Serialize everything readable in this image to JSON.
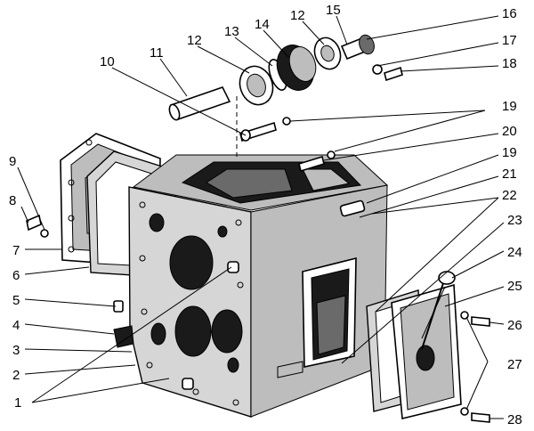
{
  "diagram": {
    "callouts": [
      {
        "id": "1",
        "text": "1"
      },
      {
        "id": "2",
        "text": "2"
      },
      {
        "id": "3",
        "text": "3"
      },
      {
        "id": "4",
        "text": "4"
      },
      {
        "id": "5",
        "text": "5"
      },
      {
        "id": "6",
        "text": "6"
      },
      {
        "id": "7",
        "text": "7"
      },
      {
        "id": "8",
        "text": "8"
      },
      {
        "id": "9",
        "text": "9"
      },
      {
        "id": "10",
        "text": "10"
      },
      {
        "id": "11",
        "text": "11"
      },
      {
        "id": "12a",
        "text": "12"
      },
      {
        "id": "13",
        "text": "13"
      },
      {
        "id": "14",
        "text": "14"
      },
      {
        "id": "12b",
        "text": "12"
      },
      {
        "id": "15",
        "text": "15"
      },
      {
        "id": "16",
        "text": "16"
      },
      {
        "id": "17",
        "text": "17"
      },
      {
        "id": "18",
        "text": "18"
      },
      {
        "id": "19a",
        "text": "19"
      },
      {
        "id": "20",
        "text": "20"
      },
      {
        "id": "19b",
        "text": "19"
      },
      {
        "id": "21",
        "text": "21"
      },
      {
        "id": "22",
        "text": "22"
      },
      {
        "id": "23",
        "text": "23"
      },
      {
        "id": "24",
        "text": "24"
      },
      {
        "id": "25",
        "text": "25"
      },
      {
        "id": "26",
        "text": "26"
      },
      {
        "id": "27",
        "text": "27"
      },
      {
        "id": "28",
        "text": "28"
      }
    ]
  }
}
